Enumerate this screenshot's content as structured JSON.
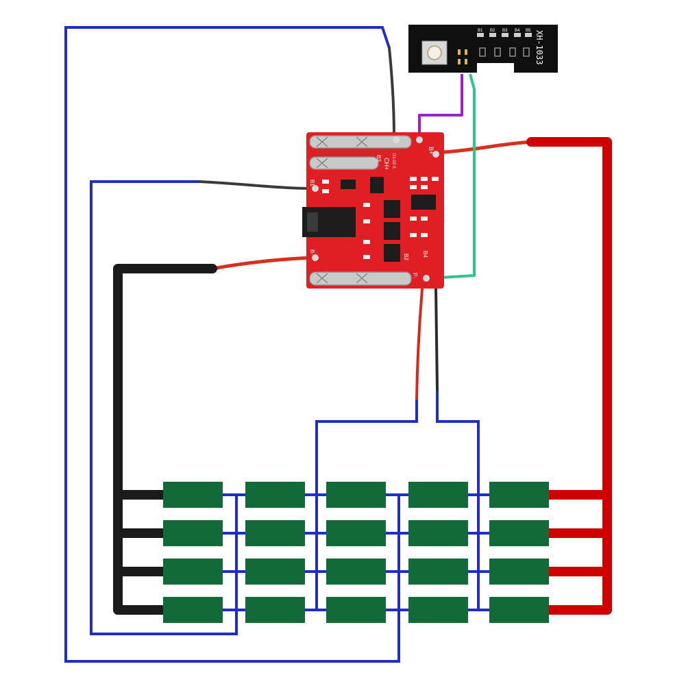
{
  "indicator_board": {
    "model": "XH-1033",
    "led_labels": [
      "B1",
      "B2",
      "B3",
      "B4",
      "B5"
    ]
  },
  "bms_board": {
    "silk_top": "CH+",
    "silk_code": "D1-02-5",
    "pad_labels": [
      "B3",
      "B+",
      "B1",
      "B-",
      "B2",
      "B4",
      "P-"
    ]
  },
  "colors": {
    "blue_wire": "#1f2fc4",
    "black_wire": "#1a1a1a",
    "red_wire": "#d10000",
    "purple_wire": "#9b22c9",
    "green_wire": "#2cc58a",
    "cell_green": "#116a37",
    "pcb_red": "#e01f24",
    "indicator_black": "#0f0f0f"
  },
  "icons": [
    "push-button-icon",
    "led-icon",
    "dc-jack-icon",
    "mosfet-icon",
    "chip-icon"
  ]
}
